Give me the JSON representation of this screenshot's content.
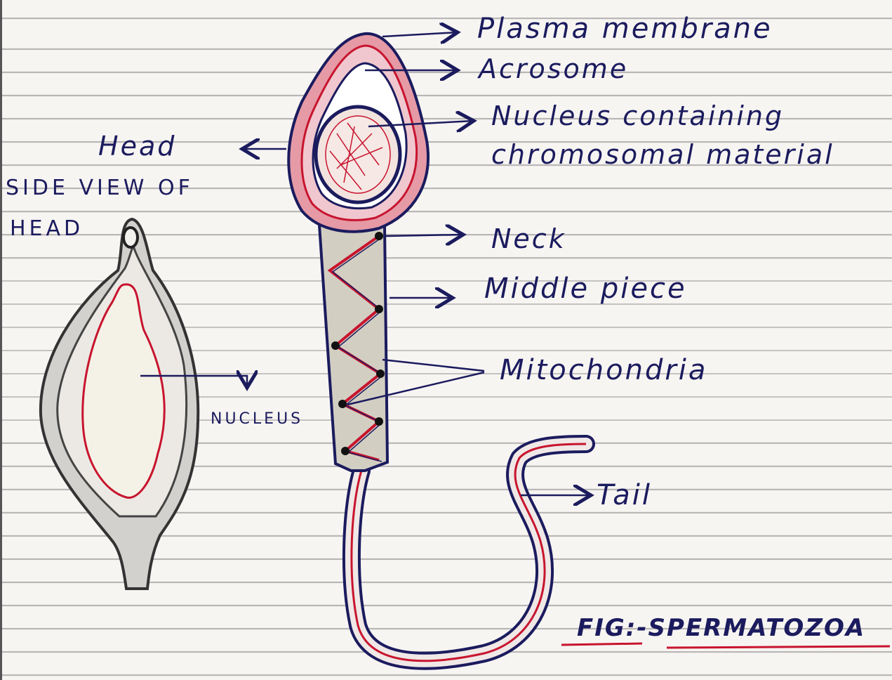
{
  "labels": {
    "plasma_membrane": "Plasma membrane",
    "acrosome": "Acrosome",
    "nucleus_line1": "Nucleus containing",
    "nucleus_line2": "chromosomal material",
    "head": "Head",
    "side_view_line1": "SIDE VIEW OF",
    "side_view_line2": "HEAD",
    "neck": "Neck",
    "middle_piece": "Middle piece",
    "mitochondria": "Mitochondria",
    "nucleus_small": "NUCLEUS",
    "tail": "Tail",
    "figure_title": "FIG:-SPERMATOZOA"
  },
  "colors": {
    "ink_blue": "#1b1b5e",
    "pen_red": "#c8142e",
    "pencil_grey": "#555555",
    "paper": "#f7f5f2",
    "ruled_line": "#b9b6b6"
  }
}
